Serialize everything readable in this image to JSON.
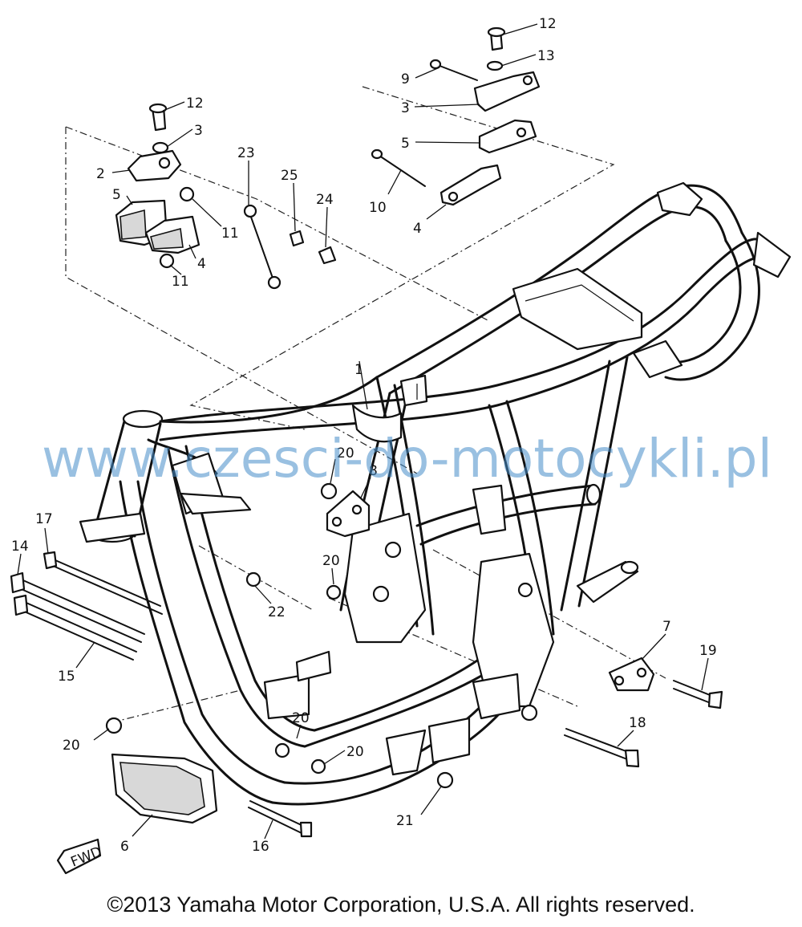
{
  "watermark": "www.czesci-do-motocykli.pl",
  "copyright": "©2013 Yamaha Motor Corporation, U.S.A. All rights reserved.",
  "direction_label": "FWD",
  "callouts": [
    {
      "id": "c12a",
      "label": "12"
    },
    {
      "id": "c13",
      "label": "13"
    },
    {
      "id": "c9",
      "label": "9"
    },
    {
      "id": "c3a",
      "label": "3"
    },
    {
      "id": "c5a",
      "label": "5"
    },
    {
      "id": "c10",
      "label": "10"
    },
    {
      "id": "c4a",
      "label": "4"
    },
    {
      "id": "c12b",
      "label": "12"
    },
    {
      "id": "c3b",
      "label": "3"
    },
    {
      "id": "c2",
      "label": "2"
    },
    {
      "id": "c5b",
      "label": "5"
    },
    {
      "id": "c11a",
      "label": "11"
    },
    {
      "id": "c4b",
      "label": "4"
    },
    {
      "id": "c11b",
      "label": "11"
    },
    {
      "id": "c23",
      "label": "23"
    },
    {
      "id": "c25",
      "label": "25"
    },
    {
      "id": "c24",
      "label": "24"
    },
    {
      "id": "c1",
      "label": "1"
    },
    {
      "id": "c20a",
      "label": "20"
    },
    {
      "id": "c8",
      "label": "8"
    },
    {
      "id": "c20b",
      "label": "20"
    },
    {
      "id": "c17",
      "label": "17"
    },
    {
      "id": "c14",
      "label": "14"
    },
    {
      "id": "c22",
      "label": "22"
    },
    {
      "id": "c15",
      "label": "15"
    },
    {
      "id": "c7",
      "label": "7"
    },
    {
      "id": "c19",
      "label": "19"
    },
    {
      "id": "c18",
      "label": "18"
    },
    {
      "id": "c20c",
      "label": "20"
    },
    {
      "id": "c20d",
      "label": "20"
    },
    {
      "id": "c20e",
      "label": "20"
    },
    {
      "id": "c21",
      "label": "21"
    },
    {
      "id": "c6",
      "label": "6"
    },
    {
      "id": "c16",
      "label": "16"
    }
  ]
}
